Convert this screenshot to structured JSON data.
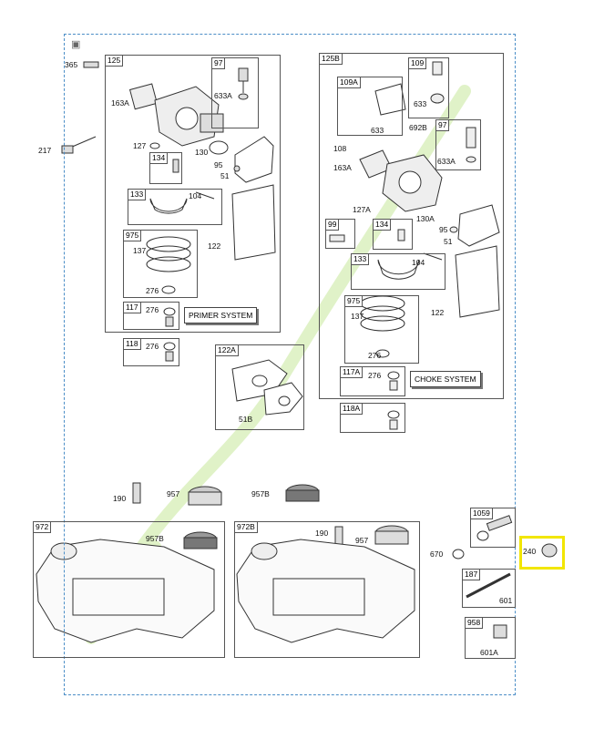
{
  "diagram": {
    "icon": "image-icon",
    "highlight_color": "#f2e600",
    "frame_color": "#4b8ec7",
    "watermark_color": "#b8e07a",
    "box_tags": {
      "b125": "125",
      "b97": "97",
      "b134": "134",
      "b133": "133",
      "b975": "975",
      "b117": "117",
      "b118": "118",
      "b122a": "122A",
      "b125b": "125B",
      "b109": "109",
      "b109a": "109A",
      "b97b": "97",
      "b99": "99",
      "b134b": "134",
      "b133b": "133",
      "b975b": "975",
      "b117a": "117A",
      "b118a": "118A",
      "b972": "972",
      "b972b": "972B",
      "b1059": "1059",
      "b187": "187",
      "b958": "958"
    },
    "system_labels": {
      "primer": "PRIMER SYSTEM",
      "choke": "CHOKE SYSTEM"
    },
    "part_labels": {
      "p365": "365",
      "p217": "217",
      "p163a": "163A",
      "p633a": "633A",
      "p127": "127",
      "p130": "130",
      "p95": "95",
      "p51": "51",
      "p104": "104",
      "p122": "122",
      "p137": "137",
      "p276a": "276",
      "p276b": "276",
      "p276c": "276",
      "p51b": "51B",
      "p633": "633",
      "p108": "108",
      "p633b": "633",
      "p692b": "692B",
      "p633ab": "633A",
      "p163ab": "163A",
      "p127a": "127A",
      "p130a": "130A",
      "p95b": "95",
      "p51c": "51",
      "p104b": "104",
      "p122b": "122",
      "p137b": "137",
      "p276d": "276",
      "p276e": "276",
      "p190": "190",
      "p957": "957",
      "p957b": "957B",
      "p957b2": "957B",
      "p190b": "190",
      "p957c": "957",
      "p670": "670",
      "p240": "240",
      "p601": "601",
      "p601a": "601A"
    }
  }
}
